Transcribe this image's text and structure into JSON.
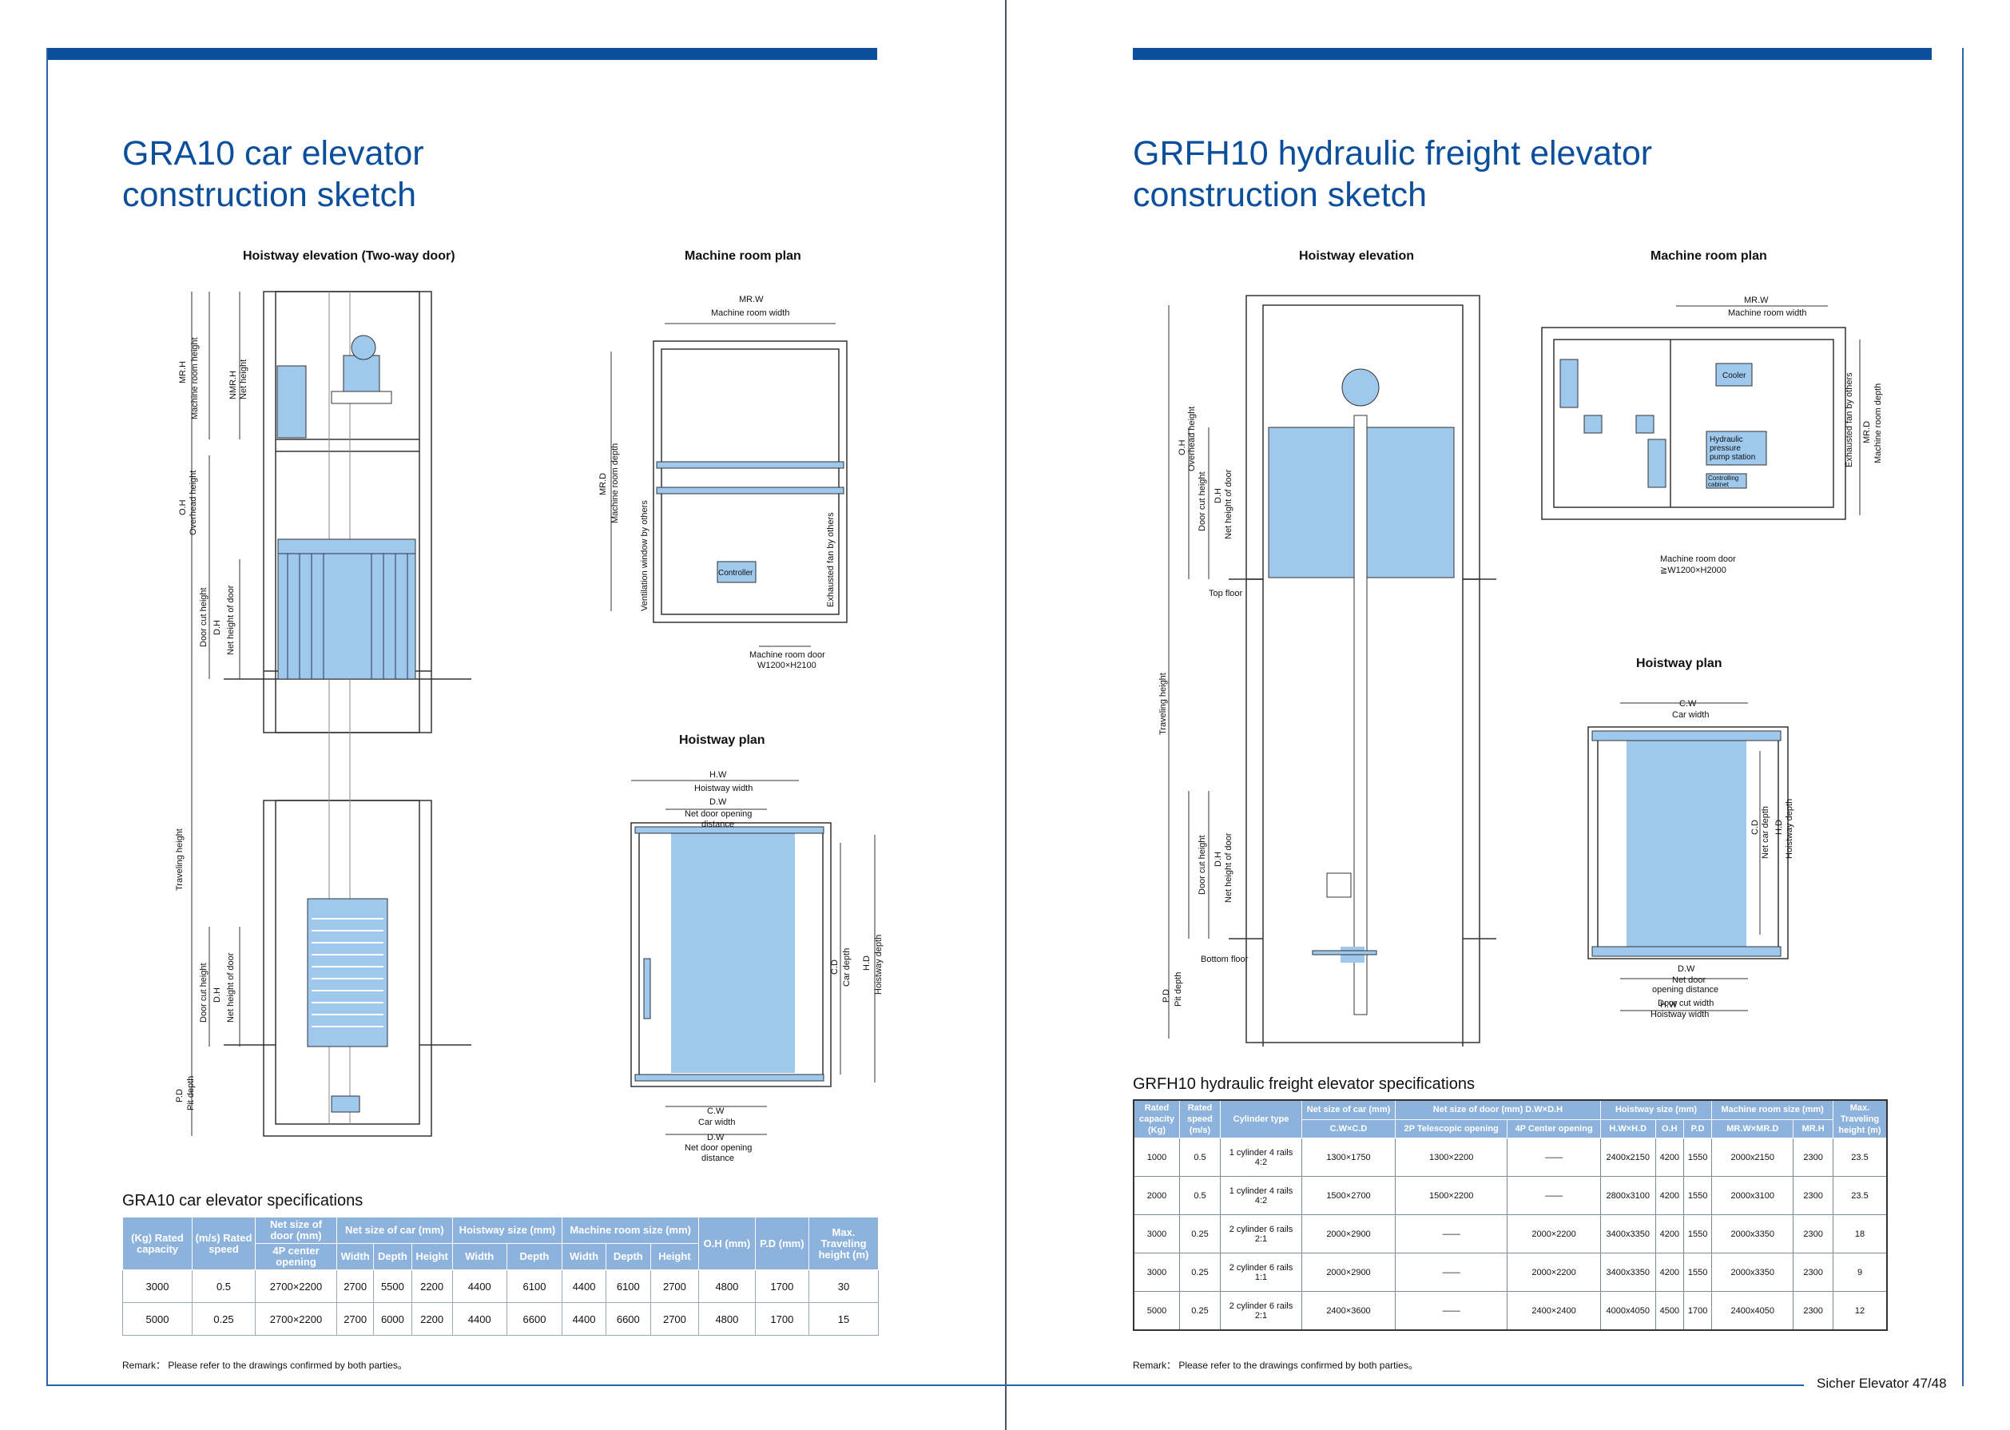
{
  "left": {
    "title_line1": "GRA10 car elevator",
    "title_line2": "construction sketch",
    "drawings": {
      "hoistway_elevation_title": "Hoistway elevation (Two-way door)",
      "machine_room_plan_title": "Machine room plan",
      "hoistway_plan_title": "Hoistway  plan",
      "labels": {
        "mrh": "MR.H",
        "mrh_name": "Machine room height",
        "nmrh": "NMR.H",
        "net_height": "Net height",
        "oh": "O.H",
        "oh_name": "Overhead height",
        "door_cut_height": "Door cut height",
        "dh": "D.H",
        "dh_name": "Net height of door",
        "travelling_height": "Traveling height",
        "pd": "P.D",
        "pd_name": "Pit depth",
        "mrw": "MR.W",
        "mrw_name": "Machine room width",
        "mrd": "MR.D",
        "mrd_name": "Machine room depth",
        "vent_window": "Ventilation window by others",
        "exhaust_fan": "Exhausted fan by others",
        "controller": "Controller",
        "mr_door": "Machine room door",
        "mr_door_size": "W1200×H2100",
        "hw": "H.W",
        "hw_name": "Hoistway width",
        "dw": "D.W",
        "dw_name_1": "Net door opening",
        "dw_name_2": "distance",
        "cd": "C.D",
        "cd_name": "Car depth",
        "hd": "H.D",
        "hd_name": "Hoistway depth",
        "cw": "C.W",
        "cw_name": "Car width"
      }
    },
    "spec_title": "GRA10 car elevator specifications",
    "table": {
      "h_capacity": "(Kg) Rated capacity",
      "h_speed": "(m/s) Rated speed",
      "h_door": "Net size of door (mm)",
      "h_door_sub": "4P center opening",
      "h_car": "Net size of car (mm)",
      "h_hoistway": "Hoistway size (mm)",
      "h_machine": "Machine room size (mm)",
      "h_oh": "O.H (mm)",
      "h_pd": "P.D (mm)",
      "h_travel": "Max. Traveling height (m)",
      "sub_width": "Width",
      "sub_depth": "Depth",
      "sub_height": "Height",
      "rows": [
        [
          "3000",
          "0.5",
          "2700×2200",
          "2700",
          "5500",
          "2200",
          "4400",
          "6100",
          "4400",
          "6100",
          "2700",
          "4800",
          "1700",
          "30"
        ],
        [
          "5000",
          "0.25",
          "2700×2200",
          "2700",
          "6000",
          "2200",
          "4400",
          "6600",
          "4400",
          "6600",
          "2700",
          "4800",
          "1700",
          "15"
        ]
      ]
    },
    "remark": "Remark：  Please refer to the drawings confirmed by both parties。"
  },
  "right": {
    "title_line1": "GRFH10 hydraulic freight elevator",
    "title_line2": "construction sketch",
    "drawings": {
      "hoistway_elevation_title": "Hoistway elevation",
      "machine_room_plan_title": "Machine room plan",
      "hoistway_plan_title": "Hoistway plan",
      "labels": {
        "oh": "O.H",
        "oh_name": "Overhead height",
        "door_cut_height": "Door cut height",
        "dh": "D.H",
        "dh_name": "Net height of door",
        "top_floor": "Top floor",
        "bottom_floor": "Bottom floor",
        "travelling_height": "Traveling height",
        "pd": "P.D",
        "pd_name": "Pit depth",
        "mrw": "MR.W",
        "mrw_name": "Machine room width",
        "mrd": "MR.D",
        "mrd_name": "Machine room depth",
        "exhaust_fan": "Exhausted fan by others",
        "cooler": "Cooler",
        "hydraulic_1": "Hydraulic",
        "hydraulic_2": "pressure",
        "hydraulic_3": "pump station",
        "controlling_1": "Controlling",
        "controlling_2": "cabinet",
        "mr_door": "Machine room door",
        "mr_door_size": "≧W1200×H2000",
        "cw": "C.W",
        "cw_name": "Car width",
        "cd": "C.D",
        "cd_name": "Net car depth",
        "hd": "H.D",
        "hd_name": "Hoistway depth",
        "dw": "D.W",
        "dw_name_1": "Net door",
        "dw_name_2": "opening distance",
        "door_cut_width": "Door cut width",
        "hw": "H.W",
        "hw_name": "Hoistway width"
      }
    },
    "spec_title": "GRFH10 hydraulic freight elevator specifications",
    "table": {
      "h_capacity": "Rated capacity (Kg)",
      "h_speed": "Rated speed (m/s)",
      "h_cylinder": "Cylinder type",
      "h_car": "Net size of car (mm)",
      "h_car_sub": "C.W×C.D",
      "h_door": "Net size of door (mm) D.W×D.H",
      "h_door_sub1": "2P Telescopic opening",
      "h_door_sub2": "4P Center opening",
      "h_hoistway": "Hoistway size (mm)",
      "h_hoistway_sub1": "H.W×H.D",
      "h_hoistway_sub2": "O.H",
      "h_hoistway_sub3": "P.D",
      "h_machine": "Machine room size (mm)",
      "h_machine_sub1": "MR.W×MR.D",
      "h_machine_sub2": "MR.H",
      "h_travel": "Max. Traveling height (m)",
      "rows": [
        [
          "1000",
          "0.5",
          "1 cylinder 4 rails 4:2",
          "1300×1750",
          "1300×2200",
          "——",
          "2400x2150",
          "4200",
          "1550",
          "2000x2150",
          "2300",
          "23.5"
        ],
        [
          "2000",
          "0.5",
          "1 cylinder 4 rails 4:2",
          "1500×2700",
          "1500×2200",
          "——",
          "2800x3100",
          "4200",
          "1550",
          "2000x3100",
          "2300",
          "23.5"
        ],
        [
          "3000",
          "0.25",
          "2 cylinder 6 rails 2:1",
          "2000×2900",
          "——",
          "2000×2200",
          "3400x3350",
          "4200",
          "1550",
          "2000x3350",
          "2300",
          "18"
        ],
        [
          "3000",
          "0.25",
          "2 cylinder 6 rails 1:1",
          "2000×2900",
          "——",
          "2000×2200",
          "3400x3350",
          "4200",
          "1550",
          "2000x3350",
          "2300",
          "9"
        ],
        [
          "5000",
          "0.25",
          "2 cylinder 6 rails 2:1",
          "2400×3600",
          "——",
          "2400×2400",
          "4000x4050",
          "4500",
          "1700",
          "2400x4050",
          "2300",
          "12"
        ]
      ]
    },
    "remark": "Remark：  Please refer to the drawings confirmed by both parties。",
    "footer": "Sicher Elevator  47/48"
  },
  "colors": {
    "brand_blue": "#0b4f9c",
    "drawing_blue": "#9ec8ec",
    "header_blue": "#8db3dd"
  }
}
